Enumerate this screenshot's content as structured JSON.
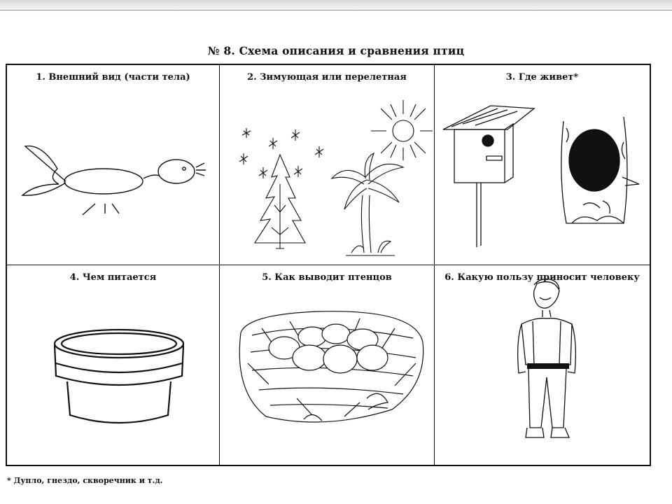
{
  "title": "№ 8. Схема описания и сравнения птиц",
  "cells": [
    {
      "label": "1. Внешний вид (части тела)",
      "illustration": "bird-outline"
    },
    {
      "label": "2. Зимующая или перелетная",
      "illustration": "winter-summer-scene"
    },
    {
      "label": "3. Где живет*",
      "illustration": "birdhouse-and-tree-hollow"
    },
    {
      "label": "4. Чем питается",
      "illustration": "bowl"
    },
    {
      "label": "5. Как выводит птенцов",
      "illustration": "nest-with-eggs"
    },
    {
      "label": "6. Какую пользу приносит человеку",
      "illustration": "man-figure"
    }
  ],
  "footnote": "* Дупло, гнездо, скворечник и т.д."
}
